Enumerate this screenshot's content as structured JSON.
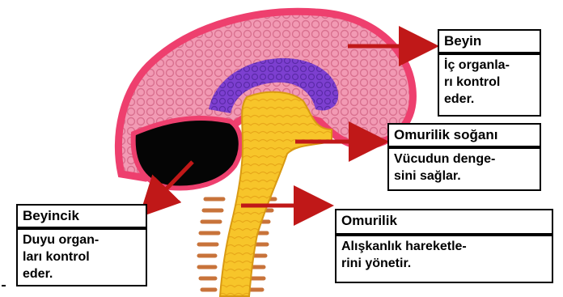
{
  "labels": {
    "beyin": {
      "title": "Beyin",
      "desc_lines": [
        "İç organla-",
        "rı kontrol",
        "eder."
      ]
    },
    "omurilik_sogani": {
      "title": "Omurilik soğanı",
      "desc_lines": [
        "Vücudun denge-",
        "sini sağlar."
      ]
    },
    "beyincik": {
      "title": "Beyincik",
      "desc_lines": [
        "Duyu organ-",
        "ları kontrol",
        "eder."
      ]
    },
    "omurilik": {
      "title": "Omurilik",
      "desc_lines": [
        "Alışkanlık hareketle-",
        "rini yönetir."
      ]
    }
  },
  "colors": {
    "cerebrum_fill": "#f29ab4",
    "cerebrum_border": "#ee3f6e",
    "corpus": "#7d3fd0",
    "brainstem": "#f7c52a",
    "cerebellum": "#050505",
    "nerves": "#c8733a",
    "arrow": "#c01818"
  }
}
